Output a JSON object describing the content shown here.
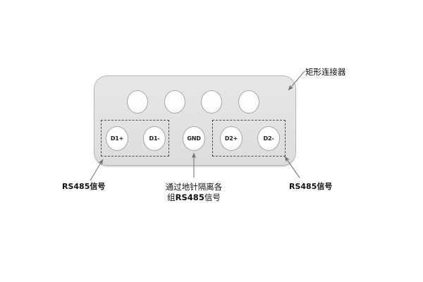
{
  "diagram": {
    "title_label": "矩形连接器",
    "connector": {
      "name": "rectangular-connector",
      "top_pins": [
        {
          "id": "top-pin-1",
          "label": ""
        },
        {
          "id": "top-pin-2",
          "label": ""
        },
        {
          "id": "top-pin-3",
          "label": ""
        },
        {
          "id": "top-pin-4",
          "label": ""
        }
      ],
      "bottom_pins": [
        {
          "id": "pin-d1-plus",
          "label": "D1+"
        },
        {
          "id": "pin-d1-minus",
          "label": "D1-"
        },
        {
          "id": "pin-gnd",
          "label": "GND"
        },
        {
          "id": "pin-d2-plus",
          "label": "D2+"
        },
        {
          "id": "pin-d2-minus",
          "label": "D2-"
        }
      ]
    },
    "groups": [
      {
        "id": "group-rs485-1",
        "pins": [
          "D1+",
          "D1-"
        ]
      },
      {
        "id": "group-rs485-2",
        "pins": [
          "D2+",
          "D2-"
        ]
      }
    ],
    "annotations": {
      "connector_callout": "矩形连接器",
      "left_signal_callout": "RS485信号",
      "right_signal_callout": "RS485信号",
      "gnd_callout_line1": "通过地针隔离各",
      "gnd_callout_line2_prefix": "组",
      "gnd_callout_line2_bold": "RS485",
      "gnd_callout_line2_suffix": "信号"
    },
    "colors": {
      "body_fill": "#e2e2e2",
      "body_stroke": "#b9b9b9",
      "pin_fill": "#fdfdfd",
      "pin_stroke": "#a8a8a8",
      "dashed_stroke": "#4a4a4a",
      "leader_stroke": "#7a7a7a",
      "text": "#111111",
      "background": "#ffffff"
    }
  }
}
